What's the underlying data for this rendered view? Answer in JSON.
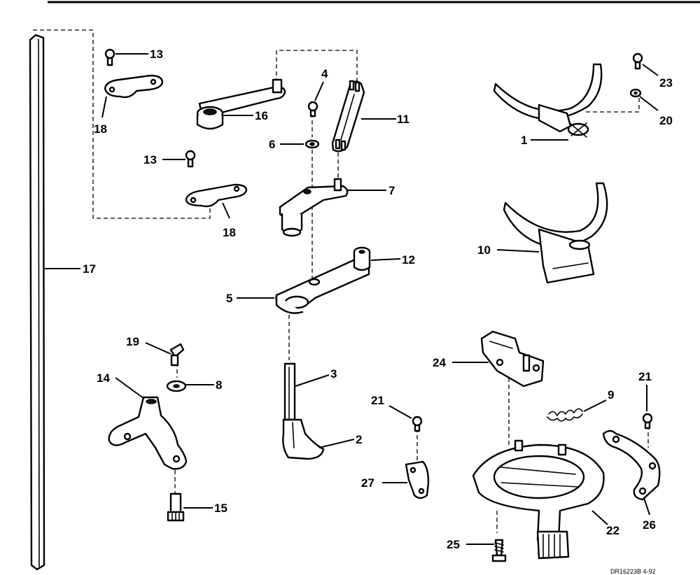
{
  "callouts": [
    {
      "id": "c1",
      "text": "1"
    },
    {
      "id": "c2",
      "text": "2"
    },
    {
      "id": "c3",
      "text": "3"
    },
    {
      "id": "c4",
      "text": "4"
    },
    {
      "id": "c5",
      "text": "5"
    },
    {
      "id": "c6",
      "text": "6"
    },
    {
      "id": "c7",
      "text": "7"
    },
    {
      "id": "c8",
      "text": "8"
    },
    {
      "id": "c9",
      "text": "9"
    },
    {
      "id": "c10",
      "text": "10"
    },
    {
      "id": "c11",
      "text": "11"
    },
    {
      "id": "c12",
      "text": "12"
    },
    {
      "id": "c13a",
      "text": "13"
    },
    {
      "id": "c13b",
      "text": "13"
    },
    {
      "id": "c14",
      "text": "14"
    },
    {
      "id": "c15",
      "text": "15"
    },
    {
      "id": "c16",
      "text": "16"
    },
    {
      "id": "c17",
      "text": "17"
    },
    {
      "id": "c18a",
      "text": "18"
    },
    {
      "id": "c18b",
      "text": "18"
    },
    {
      "id": "c19",
      "text": "19"
    },
    {
      "id": "c20",
      "text": "20"
    },
    {
      "id": "c21a",
      "text": "21"
    },
    {
      "id": "c21b",
      "text": "21"
    },
    {
      "id": "c22",
      "text": "22"
    },
    {
      "id": "c23",
      "text": "23"
    },
    {
      "id": "c24",
      "text": "24"
    },
    {
      "id": "c25",
      "text": "25"
    },
    {
      "id": "c26",
      "text": "26"
    },
    {
      "id": "c27",
      "text": "27"
    }
  ],
  "drawing_code": "DR16223B  4-92"
}
